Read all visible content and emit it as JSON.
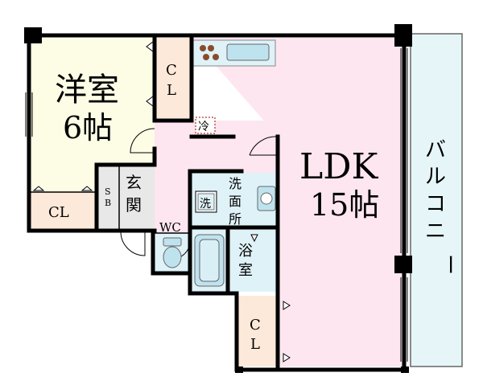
{
  "rooms": {
    "western_room": {
      "name": "洋室",
      "size": "6帖"
    },
    "ldk": {
      "name": "LDK",
      "size": "15帖"
    },
    "balcony": {
      "chars": [
        "バ",
        "ル",
        "コ",
        "ニ",
        "ー"
      ]
    },
    "closet_top": {
      "chars": [
        "C",
        "L"
      ]
    },
    "closet_western": {
      "label": "CL"
    },
    "closet_bottom": {
      "chars": [
        "C",
        "L"
      ]
    },
    "shoe_box": {
      "chars": [
        "S",
        "B"
      ]
    },
    "entrance": {
      "chars": [
        "玄",
        "関"
      ]
    },
    "washroom": {
      "chars": [
        "洗",
        "面",
        "所"
      ]
    },
    "washer_mark": "洗",
    "fridge_mark": "冷",
    "toilet": {
      "label": "WC"
    },
    "bathroom": {
      "chars": [
        "浴",
        "室"
      ]
    }
  },
  "colors": {
    "ldk": "#fde6ef",
    "western": "#fdfde6",
    "closet": "#fde9d9",
    "entrance": "#e8e8e8",
    "wet_area": "#dff2f8",
    "balcony": "#e6f6f8",
    "wall": "#000000"
  }
}
